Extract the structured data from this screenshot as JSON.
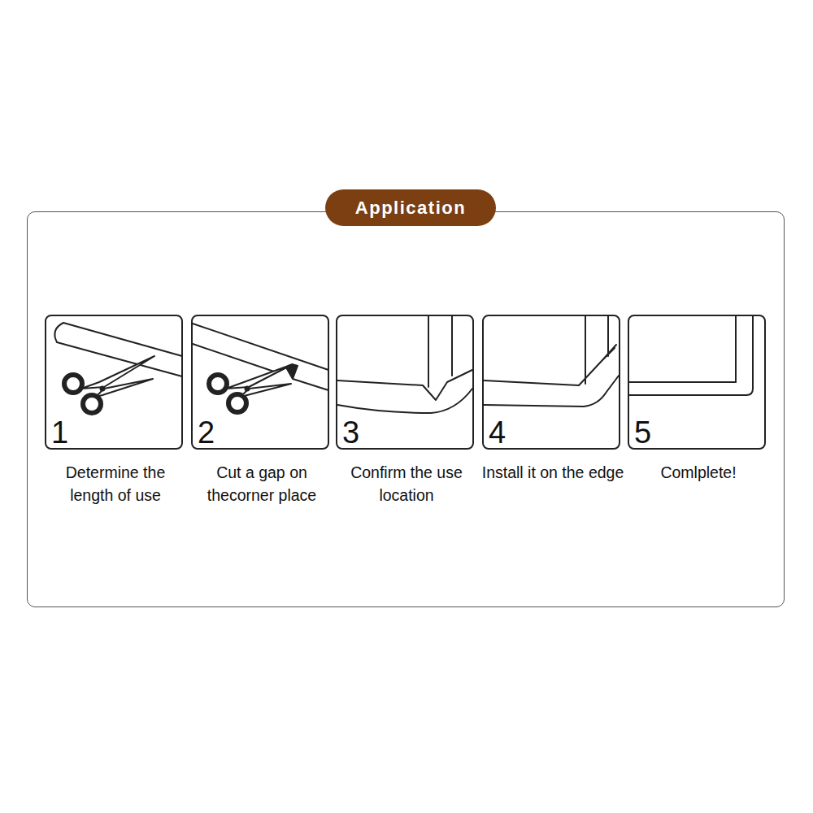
{
  "diagram": {
    "title": "Application",
    "nodes": [
      {
        "text": [
          "1",
          "Determine the length of use"
        ]
      },
      {
        "text": [
          "2",
          "Cut a gap on thecorner place"
        ]
      },
      {
        "text": [
          "3",
          "Confirm the use location"
        ]
      },
      {
        "text": [
          "4",
          "Install it on the edge"
        ]
      },
      {
        "text": [
          "5",
          "Comlplete!"
        ]
      }
    ]
  }
}
